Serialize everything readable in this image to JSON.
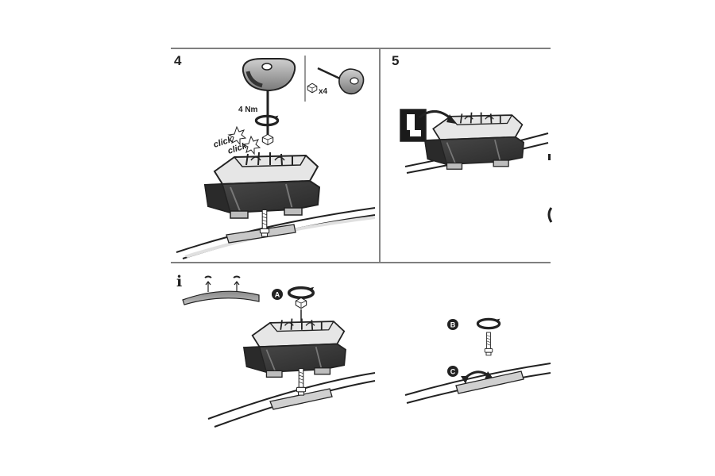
{
  "steps": {
    "step4": "4",
    "step5": "5"
  },
  "labels": {
    "torque": "4 Nm",
    "quantity": "x4",
    "click1": "click",
    "click2": "click",
    "info": "i"
  },
  "badges": {
    "a": "A",
    "b": "B",
    "c": "C"
  },
  "colors": {
    "line": "#222222",
    "foot_dark": "#3a3a3a",
    "foot_mid": "#8a8a8a",
    "foot_light": "#d9d9d9",
    "knob": "#9a9a9a"
  }
}
